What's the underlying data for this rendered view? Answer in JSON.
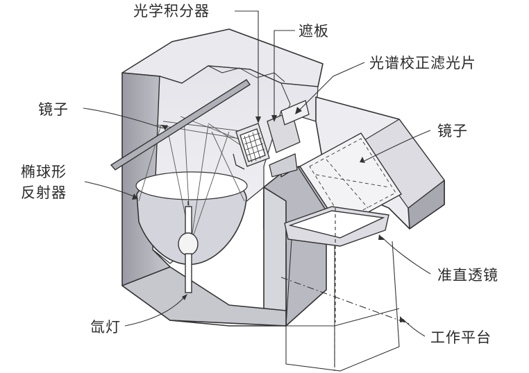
{
  "labels": {
    "integrator": "光学积分器",
    "shutter": "遮板",
    "filter": "光谱校正滤光片",
    "mirror_left": "镜子",
    "mirror_right": "镜子",
    "reflector_line1": "椭球形",
    "reflector_line2": "反射器",
    "collimating_lens": "准直透镜",
    "xenon_lamp": "氙灯",
    "work_platform": "工作平台"
  }
}
